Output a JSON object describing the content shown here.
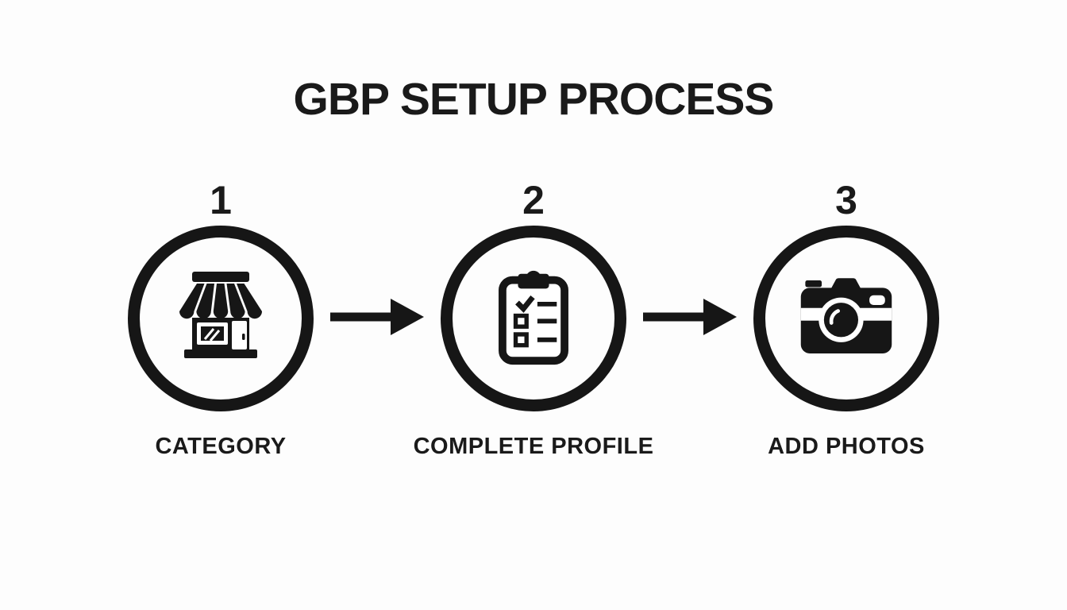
{
  "title": "GBP SETUP PROCESS",
  "steps": [
    {
      "number": "1",
      "label": "CATEGORY",
      "icon": "storefront-icon"
    },
    {
      "number": "2",
      "label": "COMPLETE PROFILE",
      "icon": "clipboard-checklist-icon"
    },
    {
      "number": "3",
      "label": "ADD PHOTOS",
      "icon": "camera-icon"
    }
  ],
  "connectors": {
    "glyph": "right-arrow"
  },
  "colors": {
    "ink": "#161616",
    "background": "#fdfdfd"
  }
}
